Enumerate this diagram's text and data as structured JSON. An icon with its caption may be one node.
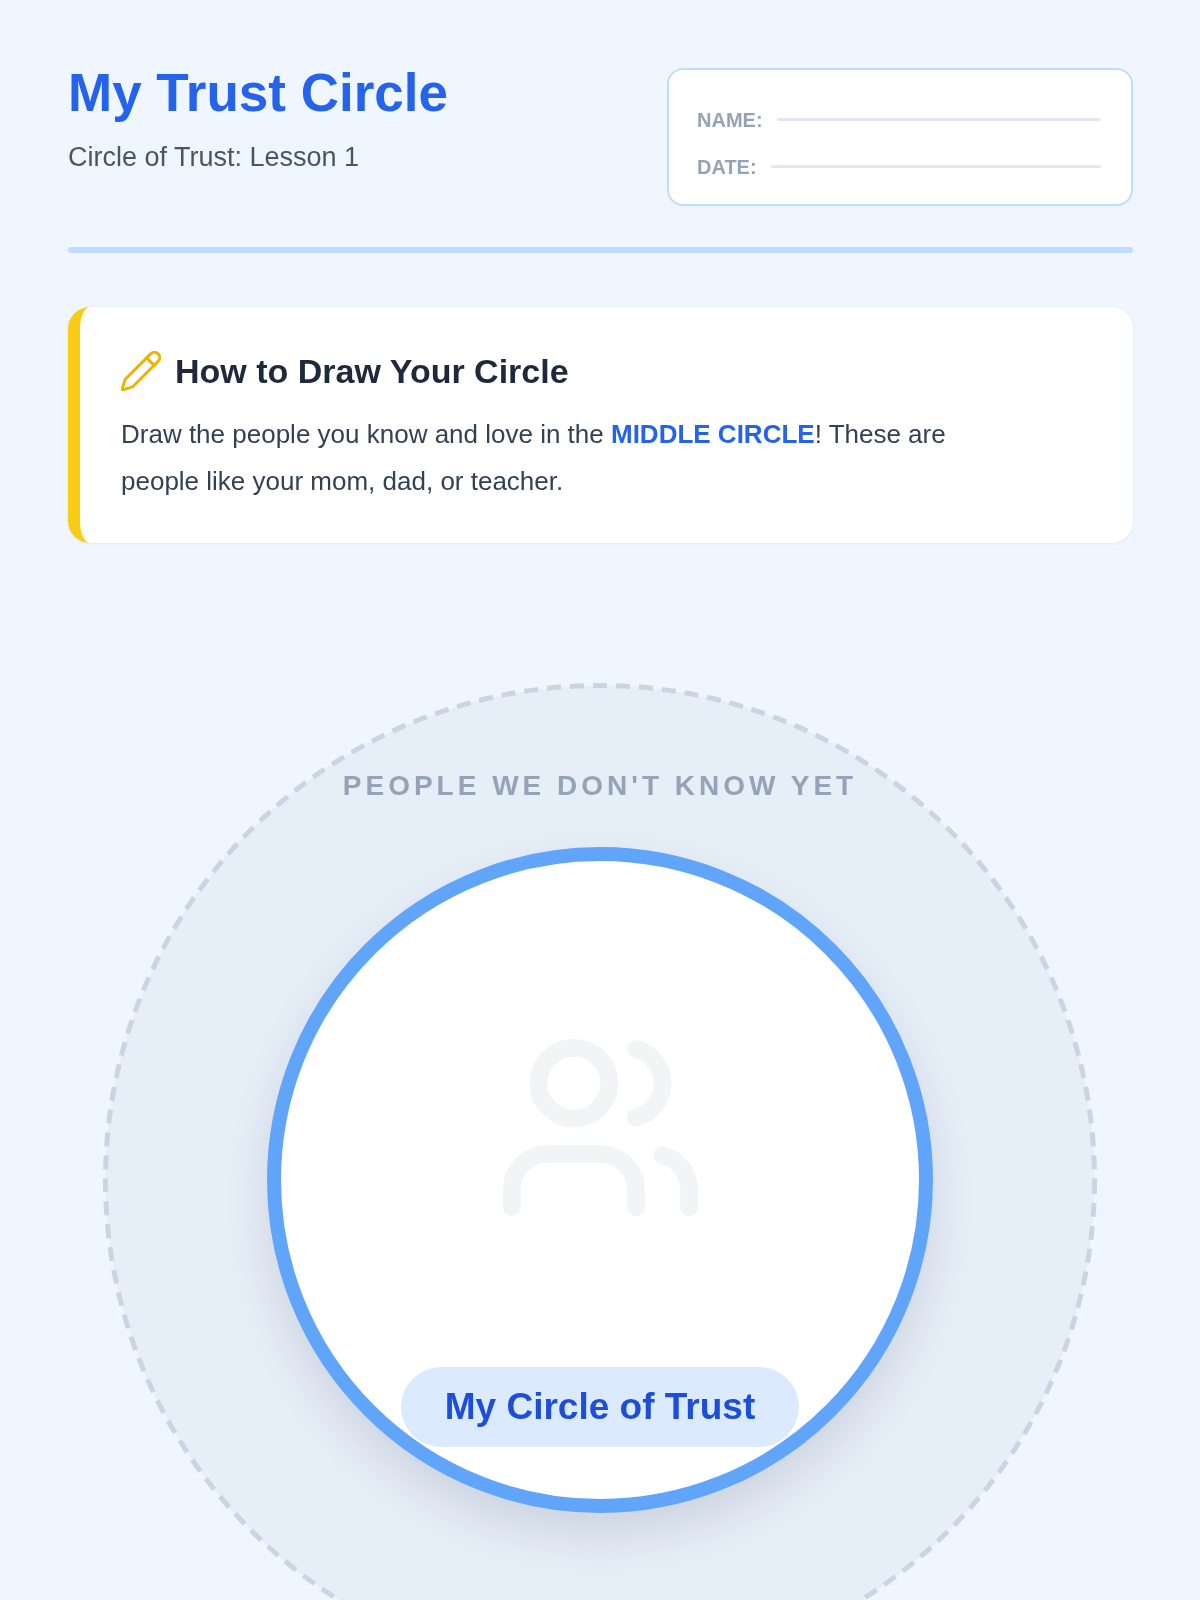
{
  "diagram": {
    "title": "My Trust Circle",
    "nodes": [
      {
        "text": [
          "NAME:",
          "DATE:"
        ]
      },
      {
        "text": [
          "How to Draw Your Circle",
          "Draw the people you know and love in the **MIDDLE CIRCLE**! These are people like your mom, dad, or teacher."
        ]
      },
      {
        "text": [
          "PEOPLE WE DON'T KNOW YET"
        ]
      },
      {
        "text": [
          "My Circle of Trust"
        ],
        "in": 2
      }
    ],
    "labels": [
      "Circle of Trust: Lesson 1"
    ]
  }
}
